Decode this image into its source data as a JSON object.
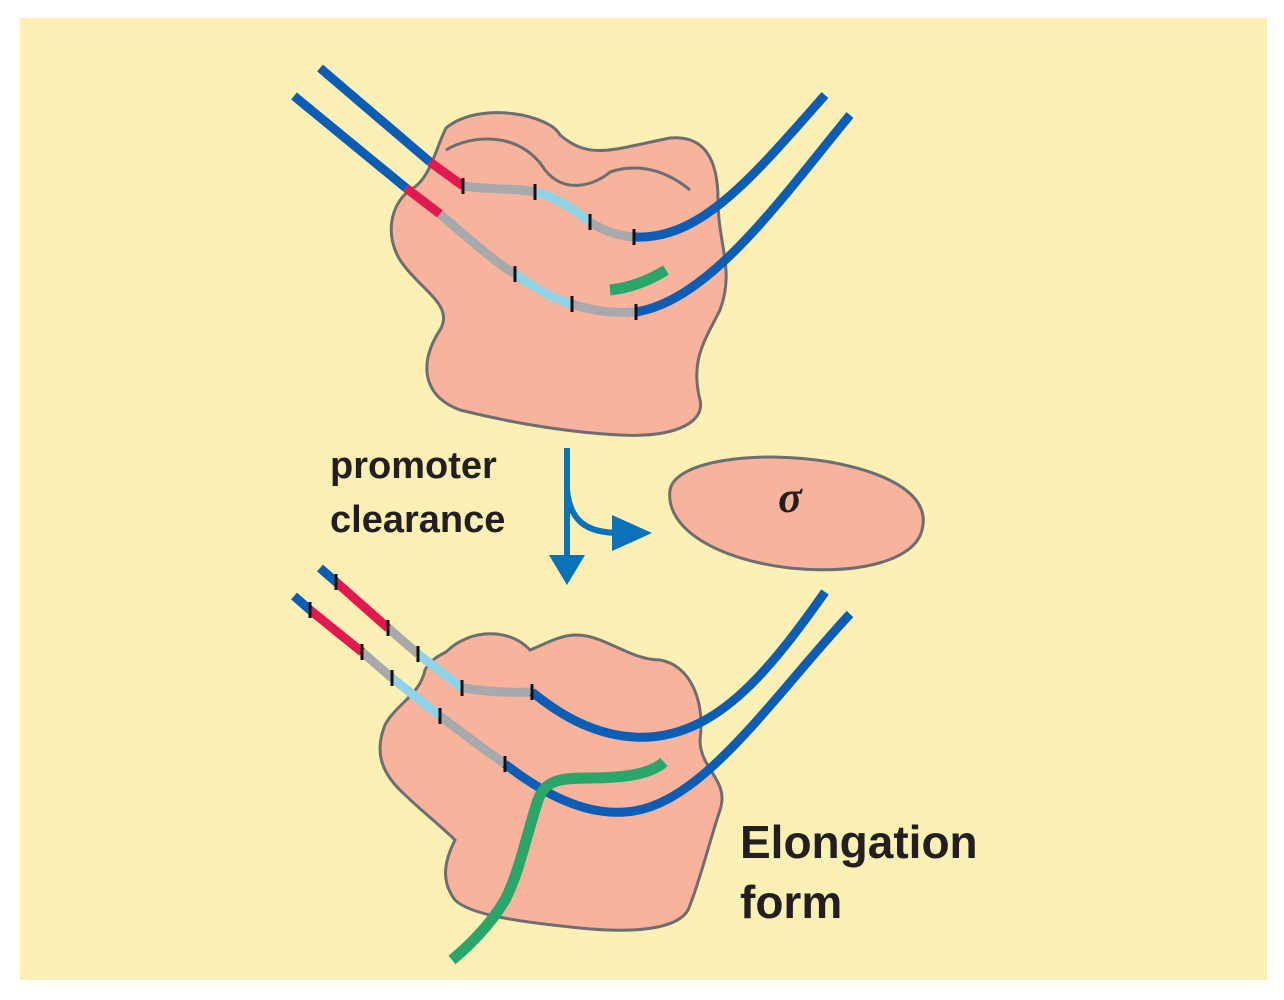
{
  "labels": {
    "promoter_line1": "promoter",
    "promoter_line2": "clearance",
    "sigma": "σ",
    "elongation_line1": "Elongation",
    "elongation_line2": "form"
  },
  "colors": {
    "background": "#fcf0b4",
    "polymerase": "#f7b39b",
    "outline": "#6d6e71",
    "dna": "#0b5db5",
    "promoter_red": "#e01a4f",
    "spacer_gray": "#a7a9ac",
    "promoter_lightblue": "#8fd3e8",
    "rna_green": "#2aa66b",
    "arrow": "#0a72b8",
    "text": "#231f20"
  }
}
